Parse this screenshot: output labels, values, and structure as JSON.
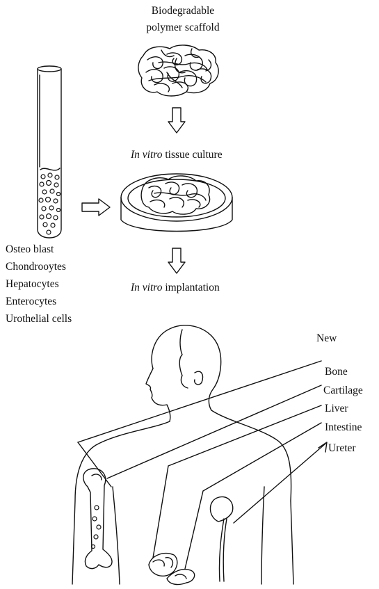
{
  "scaffold": {
    "line1": "Biodegradable",
    "line2": "polymer scaffold"
  },
  "culture": {
    "italic": "In vitro",
    "rest": " tissue culture"
  },
  "implant": {
    "italic": "In vitro",
    "rest": " implantation"
  },
  "cell_types": [
    "Osteo blast",
    "Chondrooytes",
    "Hepatocytes",
    "Enterocytes",
    "Urothelial cells"
  ],
  "new_header": "New",
  "new_tissues": [
    "Bone",
    "Cartilage",
    "Liver",
    "Intestine",
    "Ureter"
  ]
}
